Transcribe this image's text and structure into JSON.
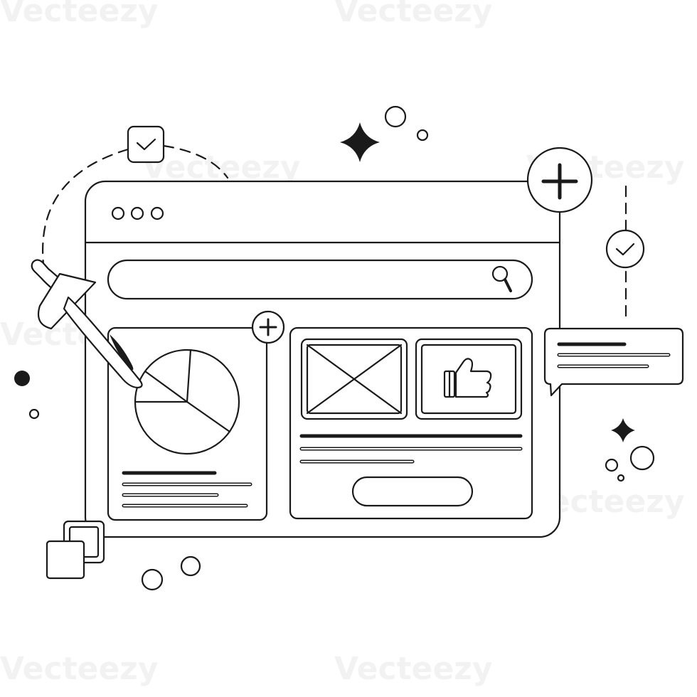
{
  "watermark": {
    "text": "Vecteezy"
  },
  "browser": {
    "window_dots": 3,
    "search": {
      "placeholder": ""
    },
    "chart": {
      "type": "pie",
      "slices": 4
    }
  },
  "colors": {
    "stroke": "#1a1a1a",
    "background": "#ffffff"
  },
  "icons": [
    "plus-icon",
    "check-icon",
    "search-icon",
    "thumbs-up-icon",
    "image-placeholder-icon",
    "pipette-icon",
    "sparkle-icon",
    "copy-icon"
  ]
}
